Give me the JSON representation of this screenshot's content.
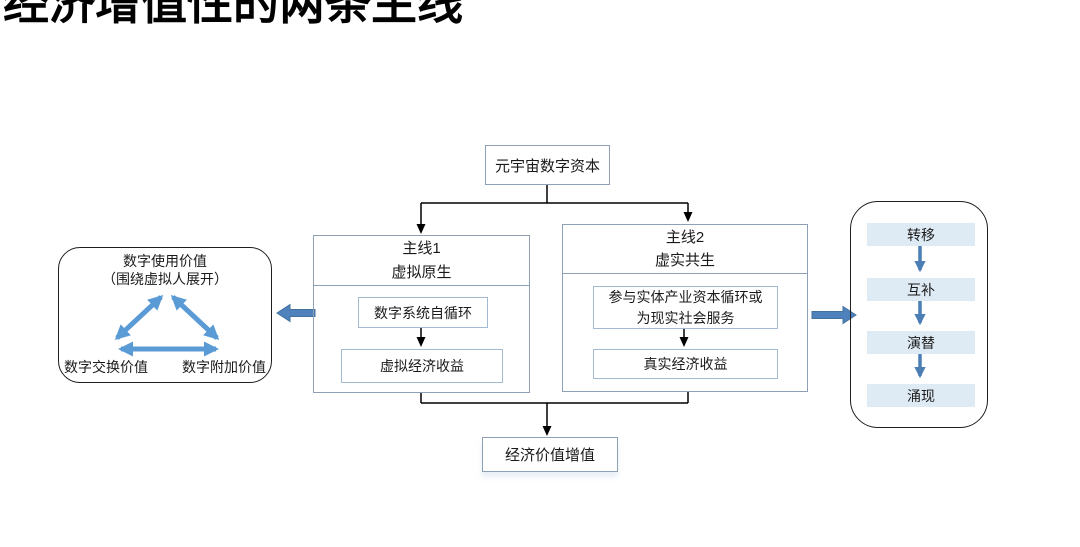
{
  "title": "经济增值性的两条主线",
  "flow": {
    "top_box": "元宇宙数字资本",
    "line1": {
      "title": "主线1",
      "subtitle": "虚拟原生",
      "step1": "数字系统自循环",
      "step2": "虚拟经济收益"
    },
    "line2": {
      "title": "主线2",
      "subtitle": "虚实共生",
      "step1_line1": "参与实体产业资本循环或",
      "step1_line2": "为现实社会服务",
      "step2": "真实经济收益"
    },
    "bottom_box": "经济价值增值"
  },
  "left_panel": {
    "top_label_line1": "数字使用价值",
    "top_label_line2": "（围绕虚拟人展开）",
    "bottom_left_label": "数字交换价值",
    "bottom_right_label": "数字附加价值"
  },
  "right_panel": {
    "items": [
      "转移",
      "互补",
      "演替",
      "涌现"
    ]
  },
  "colors": {
    "structural_border": "#8da0b5",
    "inner_border": "#a3b8d3",
    "panel_border": "#1f1f1f",
    "thick_arrow_fill": "#4f81bd",
    "thick_arrow_stroke": "#41719c",
    "triangle_arrow": "#5b9bd5",
    "right_arrow": "#4a7eb5",
    "item_fill": "#deebf5",
    "connector": "#000000"
  }
}
